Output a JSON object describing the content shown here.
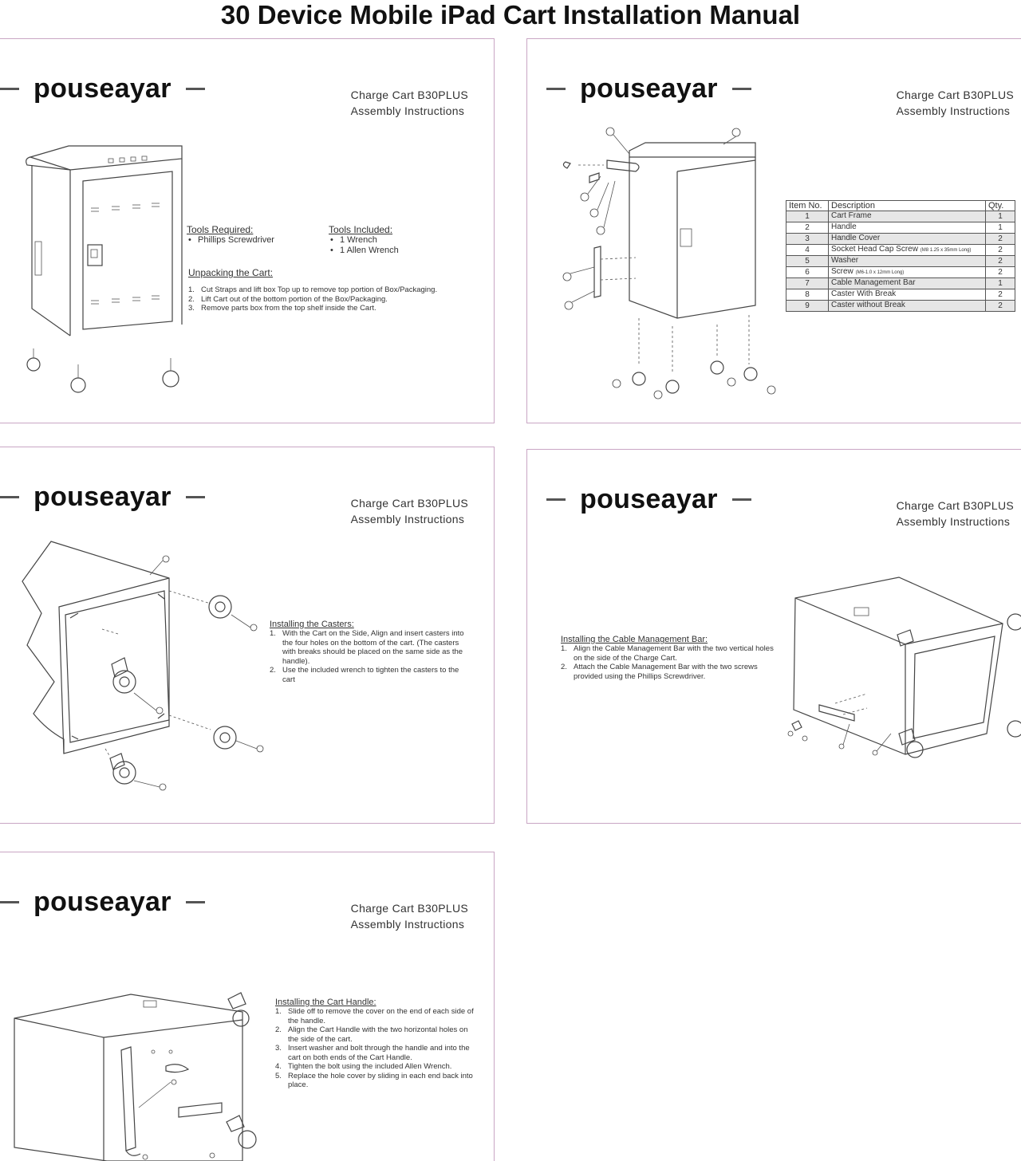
{
  "title": "30 Device Mobile iPad Cart Installation Manual",
  "brand": "pouseayar",
  "model_line1": "Charge Cart B30PLUS",
  "model_line2": "Assembly Instructions",
  "page1": {
    "tools_required_heading": "Tools Required:",
    "tools_required": [
      "Phillips Screwdriver"
    ],
    "tools_included_heading": "Tools Included:",
    "tools_included": [
      "1 Wrench",
      "1 Allen Wrench"
    ],
    "unpacking_heading": "Unpacking the Cart:",
    "unpacking_steps": [
      {
        "num": "1.",
        "text": "Cut Straps and lift box Top up to remove top portion of Box/Packaging."
      },
      {
        "num": "2.",
        "text": "Lift Cart out of the bottom portion of the Box/Packaging."
      },
      {
        "num": "3.",
        "text": "Remove parts box from the top shelf inside the Cart."
      }
    ]
  },
  "parts_table": {
    "headers": [
      "Item No.",
      "Description",
      "Qty."
    ],
    "rows": [
      {
        "item": "1",
        "desc": "Cart Frame",
        "note": "",
        "qty": "1"
      },
      {
        "item": "2",
        "desc": "Handle",
        "note": "",
        "qty": "1"
      },
      {
        "item": "3",
        "desc": "Handle Cover",
        "note": "",
        "qty": "2"
      },
      {
        "item": "4",
        "desc": "Socket Head Cap Screw",
        "note": "(M8 1.25 x 35mm Long)",
        "qty": "2"
      },
      {
        "item": "5",
        "desc": "Washer",
        "note": "",
        "qty": "2"
      },
      {
        "item": "6",
        "desc": "Screw",
        "note": "(M6-1.0 x 12mm Long)",
        "qty": "2"
      },
      {
        "item": "7",
        "desc": "Cable Management Bar",
        "note": "",
        "qty": "1"
      },
      {
        "item": "8",
        "desc": "Caster With Break",
        "note": "",
        "qty": "2"
      },
      {
        "item": "9",
        "desc": "Caster without Break",
        "note": "",
        "qty": "2"
      }
    ]
  },
  "casters": {
    "heading": "Installing the Casters:",
    "steps": [
      {
        "num": "1.",
        "text": "With the Cart on the Side, Align and insert casters into the four holes on the bottom of the cart. (The casters with breaks should be placed on the same side as the handle)."
      },
      {
        "num": "2.",
        "text": "Use the included wrench to tighten the casters to the cart"
      }
    ]
  },
  "cable_bar": {
    "heading": "Installing the Cable Management Bar:",
    "steps": [
      {
        "num": "1.",
        "text": "Align the Cable Management Bar with the two vertical holes on the side of the Charge Cart."
      },
      {
        "num": "2.",
        "text": "Attach the Cable Management Bar with the two screws provided using the Phillips Screwdriver."
      }
    ]
  },
  "handle": {
    "heading": "Installing the Cart Handle:",
    "steps": [
      {
        "num": "1.",
        "text": "Slide off to remove the cover on the end of each side of the handle."
      },
      {
        "num": "2.",
        "text": "Align the Cart Handle with the two horizontal holes on the side of the cart."
      },
      {
        "num": "3.",
        "text": "Insert washer and bolt through the handle and into the cart on both ends of the Cart Handle."
      },
      {
        "num": "4.",
        "text": "Tighten the bolt using the included Allen Wrench."
      },
      {
        "num": "5.",
        "text": "Replace the hole cover by sliding in each end back into place."
      }
    ]
  },
  "colors": {
    "panel_border": "#c9a6c4",
    "text": "#333333",
    "table_shade": "#e6e6e6"
  }
}
